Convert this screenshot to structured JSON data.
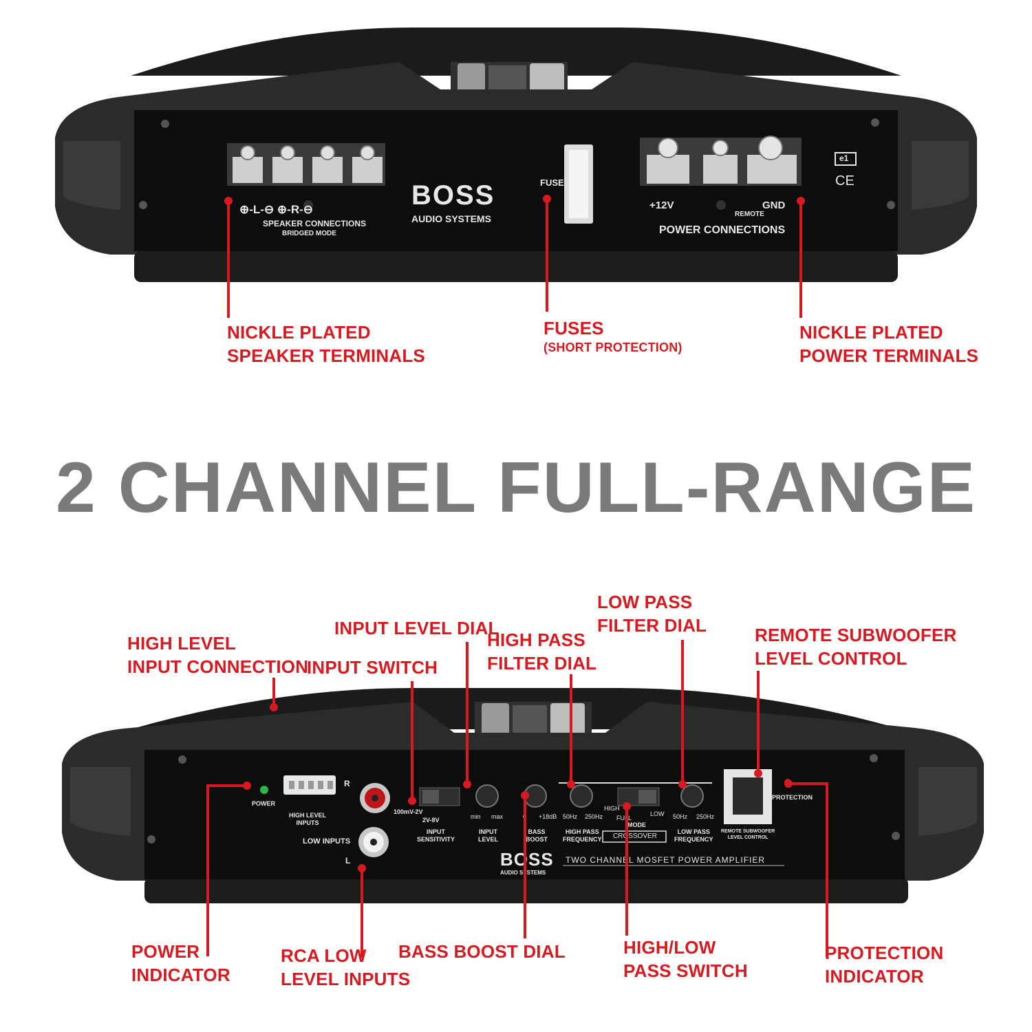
{
  "top_amp": {
    "brand": "BOSS",
    "brand_sub": "AUDIO SYSTEMS",
    "fuse_label": "FUSE",
    "speaker_pins": "⊕-L-⊖  ⊕-R-⊖",
    "speaker_connections": "SPEAKER CONNECTIONS",
    "bridged_mode": "BRIDGED MODE",
    "plus12v": "+12V",
    "remote": "REMOTE",
    "gnd": "GND",
    "power_connections": "POWER CONNECTIONS",
    "cert_e1": "e1",
    "cert_ce": "CE"
  },
  "top_callouts": {
    "speaker_terminals": [
      "NICKLE PLATED",
      "SPEAKER TERMINALS"
    ],
    "fuses": "FUSES",
    "fuses_sub": "(SHORT PROTECTION)",
    "power_terminals": [
      "NICKLE PLATED",
      "POWER TERMINALS"
    ]
  },
  "headline": "2 CHANNEL FULL-RANGE",
  "bottom_amp": {
    "brand": "BOSS",
    "brand_sub": "AUDIO SYSTEMS",
    "power": "POWER",
    "r": "R",
    "l": "L",
    "high_level_inputs": [
      "HIGH LEVEL",
      "INPUTS"
    ],
    "low_inputs": "LOW INPUTS",
    "sens_low": "100mV-2V",
    "sens_high": "2V-8V",
    "input_sensitivity": [
      "INPUT",
      "SENSITIVITY"
    ],
    "min": "min",
    "max": "max",
    "input_level": [
      "INPUT",
      "LEVEL"
    ],
    "boost_0": "0",
    "boost_18": "+18dB",
    "bass_boost": [
      "BASS",
      "BOOST"
    ],
    "hz50": "50Hz",
    "hz250": "250Hz",
    "high_pass_frequency": [
      "HIGH PASS",
      "FREQUENCY"
    ],
    "high": "HIGH",
    "full": "FULL",
    "low": "LOW",
    "mode": "MODE",
    "crossover": "CROSSOVER",
    "low_pass_frequency": [
      "LOW PASS",
      "FREQUENCY"
    ],
    "remote_sub": [
      "REMOTE SUBWOOFER",
      "LEVEL CONTROL"
    ],
    "protection": "PROTECTION",
    "amp_title": "TWO CHANNEL MOSFET POWER AMPLIFIER"
  },
  "bottom_callouts": {
    "high_level_input": [
      "HIGH LEVEL",
      "INPUT CONNECTION"
    ],
    "input_switch": "INPUT SWITCH",
    "input_level_dial": "INPUT LEVEL DIAL",
    "high_pass_dial": [
      "HIGH PASS",
      "FILTER DIAL"
    ],
    "low_pass_dial": [
      "LOW PASS",
      "FILTER DIAL"
    ],
    "remote_sub": [
      "REMOTE SUBWOOFER",
      "LEVEL CONTROL"
    ],
    "power_indicator": [
      "POWER",
      "INDICATOR"
    ],
    "rca_low": [
      "RCA LOW",
      "LEVEL INPUTS"
    ],
    "bass_boost_dial": "BASS BOOST DIAL",
    "high_low_switch": [
      "HIGH/LOW",
      "PASS SWITCH"
    ],
    "protection_indicator": [
      "PROTECTION",
      "INDICATOR"
    ]
  },
  "colors": {
    "accent_red": "#d71920",
    "headline_gray": "#7a7a7a",
    "panel_black": "#0d0d0d",
    "housing_dark": "#2a2a2a",
    "power_led": "#2fb34a"
  }
}
